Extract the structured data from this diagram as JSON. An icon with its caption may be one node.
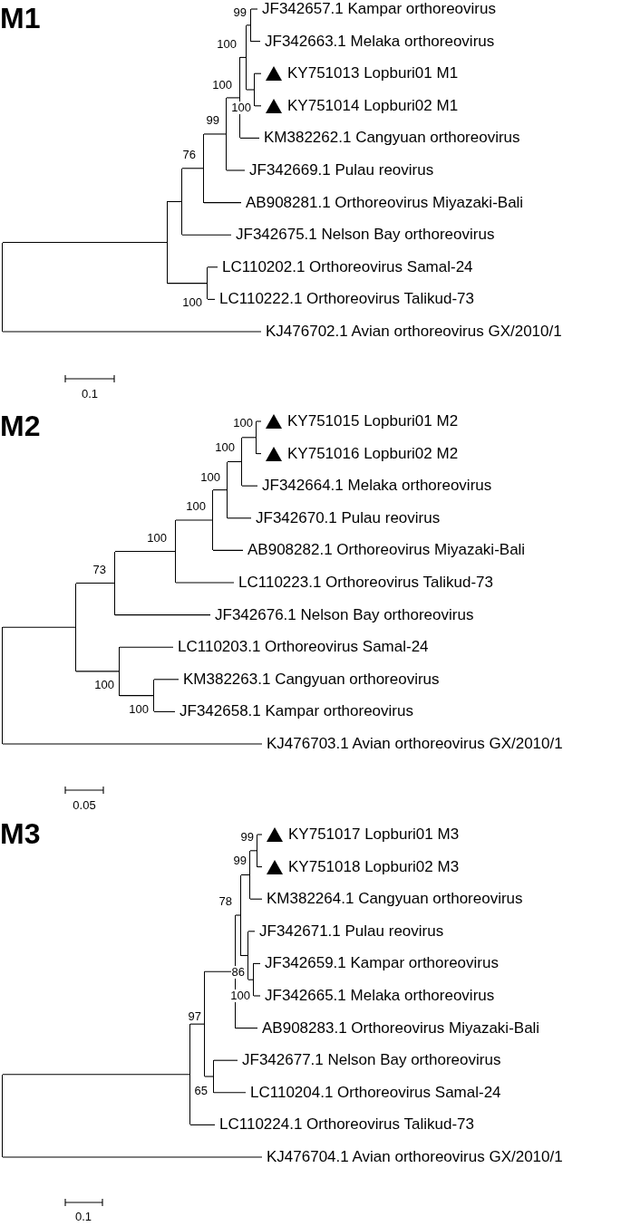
{
  "diagram": {
    "nodes": [
      {
        "text": [
          "JF342657.1 Kampar orthoreovirus"
        ]
      },
      {
        "text": [
          "JF342663.1 Melaka orthoreovirus"
        ]
      },
      {
        "text": [
          "KY751013 Lopburi01 M1"
        ]
      },
      {
        "text": [
          "KY751014 Lopburi02 M1"
        ]
      },
      {
        "text": [
          "KM382262.1 Cangyuan orthoreovirus"
        ]
      },
      {
        "text": [
          "JF342669.1 Pulau reovirus"
        ]
      },
      {
        "text": [
          "AB908281.1 Orthoreovirus Miyazaki-Bali"
        ]
      },
      {
        "text": [
          "JF342675.1 Nelson Bay orthoreovirus"
        ]
      },
      {
        "text": [
          "LC110202.1 Orthoreovirus Samal-24"
        ]
      },
      {
        "text": [
          "LC110222.1 Orthoreovirus Talikud-73"
        ]
      },
      {
        "text": [
          "KJ476702.1 Avian orthoreovirus GX/2010/1"
        ]
      },
      {
        "text": [],
        "shape": "bar"
      },
      {
        "text": [],
        "shape": "bar"
      },
      {
        "text": [],
        "shape": "bar",
        "beside": [
          "76"
        ]
      },
      {
        "text": [],
        "shape": "bar",
        "beside": [
          "99"
        ]
      },
      {
        "text": [],
        "shape": "bar",
        "beside": [
          "100"
        ]
      },
      {
        "text": [],
        "shape": "bar",
        "beside": [
          "100"
        ]
      },
      {
        "text": [],
        "shape": "bar",
        "beside": [
          "100"
        ]
      },
      {
        "text": [],
        "shape": "bar"
      },
      {
        "text": [],
        "shape": "bar",
        "beside": [
          "99"
        ]
      },
      {
        "text": [],
        "shape": "bar",
        "beside": [
          "100"
        ]
      },
      {
        "text": [
          "KY751015 Lopburi01 M2"
        ]
      },
      {
        "text": [
          "KY751016 Lopburi02 M2"
        ]
      },
      {
        "text": [
          "JF342664.1 Melaka orthoreovirus"
        ]
      },
      {
        "text": [
          "JF342670.1 Pulau reovirus"
        ]
      },
      {
        "text": [
          "AB908282.1 Orthoreovirus Miyazaki-Bali"
        ]
      },
      {
        "text": [
          "LC110223.1 Orthoreovirus Talikud-73"
        ]
      },
      {
        "text": [
          "JF342676.1 Nelson Bay orthoreovirus"
        ]
      },
      {
        "text": [
          "LC110203.1 Orthoreovirus Samal-24"
        ]
      },
      {
        "text": [
          "KM382263.1 Cangyuan orthoreovirus"
        ]
      },
      {
        "text": [
          "JF342658.1 Kampar orthoreovirus"
        ]
      },
      {
        "text": [
          "KJ476703.1 Avian orthoreovirus GX/2010/1"
        ]
      },
      {
        "text": [],
        "shape": "bar"
      },
      {
        "text": [],
        "shape": "bar"
      },
      {
        "text": [],
        "shape": "bar",
        "beside": [
          "73"
        ]
      },
      {
        "text": [],
        "shape": "bar",
        "beside": [
          "100"
        ]
      },
      {
        "text": [],
        "shape": "bar",
        "beside": [
          "100"
        ]
      },
      {
        "text": [],
        "shape": "bar",
        "beside": [
          "100"
        ]
      },
      {
        "text": [],
        "shape": "bar",
        "beside": [
          "100"
        ]
      },
      {
        "text": [],
        "shape": "bar",
        "beside": [
          "100"
        ]
      },
      {
        "text": [],
        "shape": "bar",
        "beside": [
          "100"
        ]
      },
      {
        "text": [],
        "shape": "bar",
        "beside": [
          "100"
        ]
      },
      {
        "text": [
          "KY751017 Lopburi01 M3"
        ]
      },
      {
        "text": [
          "KY751018 Lopburi02 M3"
        ]
      },
      {
        "text": [
          "KM382264.1 Cangyuan orthoreovirus"
        ]
      },
      {
        "text": [
          "JF342671.1 Pulau reovirus"
        ]
      },
      {
        "text": [
          "JF342659.1 Kampar orthoreovirus"
        ]
      },
      {
        "text": [
          "JF342665.1 Melaka orthoreovirus"
        ]
      },
      {
        "text": [
          "AB908283.1 Orthoreovirus Miyazaki-Bali"
        ]
      },
      {
        "text": [
          "JF342677.1 Nelson Bay orthoreovirus"
        ]
      },
      {
        "text": [
          "LC110204.1 Orthoreovirus Samal-24"
        ]
      },
      {
        "text": [
          "LC110224.1 Orthoreovirus Talikud-73"
        ]
      },
      {
        "text": [
          "KJ476704.1 Avian orthoreovirus GX/2010/1"
        ]
      },
      {
        "text": [],
        "shape": "bar"
      },
      {
        "text": [],
        "shape": "bar"
      },
      {
        "text": [],
        "shape": "bar",
        "beside": [
          "97"
        ]
      },
      {
        "text": [],
        "shape": "bar",
        "beside": [
          "65"
        ]
      },
      {
        "text": [],
        "shape": "bar",
        "beside": [
          "78"
        ]
      },
      {
        "text": [],
        "shape": "bar"
      },
      {
        "text": [],
        "shape": "bar",
        "beside": [
          "86"
        ]
      },
      {
        "text": [],
        "shape": "bar",
        "beside": [
          "100"
        ]
      },
      {
        "text": [],
        "shape": "bar",
        "beside": [
          "99"
        ]
      },
      {
        "text": [],
        "shape": "bar",
        "beside": [
          "99"
        ]
      }
    ],
    "edges": [
      {
        "from": 11,
        "to": 12,
        "arrow": "none"
      },
      {
        "from": 11,
        "to": 10,
        "arrow": "none"
      },
      {
        "from": 12,
        "to": 13,
        "arrow": "none"
      },
      {
        "from": 12,
        "to": 15,
        "arrow": "none"
      },
      {
        "from": 13,
        "to": 14,
        "arrow": "none"
      },
      {
        "from": 13,
        "to": 7,
        "arrow": "none"
      },
      {
        "from": 14,
        "to": 16,
        "arrow": "none"
      },
      {
        "from": 14,
        "to": 6,
        "arrow": "none"
      },
      {
        "from": 16,
        "to": 17,
        "arrow": "none"
      },
      {
        "from": 16,
        "to": 5,
        "arrow": "none"
      },
      {
        "from": 17,
        "to": 18,
        "arrow": "none"
      },
      {
        "from": 17,
        "to": 4,
        "arrow": "none"
      },
      {
        "from": 18,
        "to": 19,
        "arrow": "none"
      },
      {
        "from": 18,
        "to": 20,
        "arrow": "none"
      },
      {
        "from": 19,
        "to": 0,
        "arrow": "none"
      },
      {
        "from": 19,
        "to": 1,
        "arrow": "none"
      },
      {
        "from": 20,
        "to": 2,
        "arrow": "none"
      },
      {
        "from": 20,
        "to": 3,
        "arrow": "none"
      },
      {
        "from": 15,
        "to": 8,
        "arrow": "none"
      },
      {
        "from": 15,
        "to": 9,
        "arrow": "none"
      },
      {
        "from": 32,
        "to": 33,
        "arrow": "none"
      },
      {
        "from": 32,
        "to": 31,
        "arrow": "none"
      },
      {
        "from": 33,
        "to": 34,
        "arrow": "none"
      },
      {
        "from": 33,
        "to": 35,
        "arrow": "none"
      },
      {
        "from": 34,
        "to": 37,
        "arrow": "none"
      },
      {
        "from": 34,
        "to": 27,
        "arrow": "none"
      },
      {
        "from": 37,
        "to": 38,
        "arrow": "none"
      },
      {
        "from": 37,
        "to": 26,
        "arrow": "none"
      },
      {
        "from": 38,
        "to": 39,
        "arrow": "none"
      },
      {
        "from": 38,
        "to": 25,
        "arrow": "none"
      },
      {
        "from": 39,
        "to": 40,
        "arrow": "none"
      },
      {
        "from": 39,
        "to": 24,
        "arrow": "none"
      },
      {
        "from": 40,
        "to": 41,
        "arrow": "none"
      },
      {
        "from": 40,
        "to": 23,
        "arrow": "none"
      },
      {
        "from": 41,
        "to": 21,
        "arrow": "none"
      },
      {
        "from": 41,
        "to": 22,
        "arrow": "none"
      },
      {
        "from": 35,
        "to": 28,
        "arrow": "none"
      },
      {
        "from": 35,
        "to": 36,
        "arrow": "none"
      },
      {
        "from": 36,
        "to": 29,
        "arrow": "none"
      },
      {
        "from": 36,
        "to": 30,
        "arrow": "none"
      },
      {
        "from": 53,
        "to": 54,
        "arrow": "none"
      },
      {
        "from": 53,
        "to": 52,
        "arrow": "none"
      },
      {
        "from": 54,
        "to": 55,
        "arrow": "none"
      },
      {
        "from": 54,
        "to": 51,
        "arrow": "none"
      },
      {
        "from": 55,
        "to": 57,
        "arrow": "none"
      },
      {
        "from": 55,
        "to": 56,
        "arrow": "none"
      },
      {
        "from": 57,
        "to": 58,
        "arrow": "none"
      },
      {
        "from": 57,
        "to": 48,
        "arrow": "none"
      },
      {
        "from": 58,
        "to": 61,
        "arrow": "none"
      },
      {
        "from": 58,
        "to": 59,
        "arrow": "none"
      },
      {
        "from": 61,
        "to": 62,
        "arrow": "none"
      },
      {
        "from": 61,
        "to": 44,
        "arrow": "none"
      },
      {
        "from": 62,
        "to": 42,
        "arrow": "none"
      },
      {
        "from": 62,
        "to": 43,
        "arrow": "none"
      },
      {
        "from": 59,
        "to": 45,
        "arrow": "none"
      },
      {
        "from": 59,
        "to": 60,
        "arrow": "none"
      },
      {
        "from": 60,
        "to": 46,
        "arrow": "none"
      },
      {
        "from": 60,
        "to": 47,
        "arrow": "none"
      },
      {
        "from": 56,
        "to": 49,
        "arrow": "none"
      },
      {
        "from": 56,
        "to": 50,
        "arrow": "none"
      }
    ],
    "labels": [
      "M1",
      "0.1",
      "M2",
      "0.05",
      "M3",
      "0.1"
    ]
  }
}
